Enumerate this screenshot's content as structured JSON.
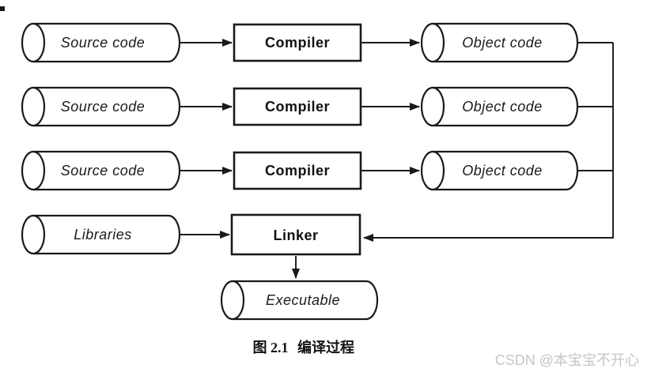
{
  "figure": {
    "rows": [
      {
        "input": "Source code",
        "process": "Compiler",
        "output": "Object code"
      },
      {
        "input": "Source code",
        "process": "Compiler",
        "output": "Object code"
      },
      {
        "input": "Source code",
        "process": "Compiler",
        "output": "Object code"
      },
      {
        "input": "Libraries",
        "process": "Linker"
      }
    ],
    "result": "Executable",
    "caption": {
      "number": "图 2.1",
      "title": "编译过程"
    },
    "watermark": "CSDN @本宝宝不开心",
    "colors": {
      "ink": "#1a1a1a",
      "background": "#ffffff",
      "watermark_gray": "#c6c6c6"
    }
  }
}
